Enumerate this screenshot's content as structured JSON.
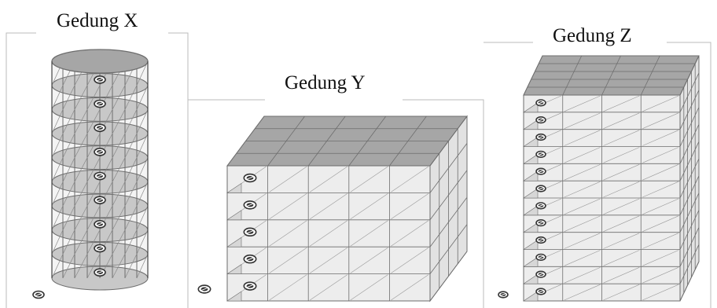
{
  "buildings": [
    {
      "id": "x",
      "title": "Gedung X",
      "shape": "cylinder",
      "floors": 9
    },
    {
      "id": "y",
      "title": "Gedung Y",
      "shape": "box-wide",
      "floors": 5
    },
    {
      "id": "z",
      "title": "Gedung Z",
      "shape": "box-tall",
      "floors": 12
    }
  ],
  "colors": {
    "frame": "#bbbbbb",
    "roof": "#a6a6a6",
    "floor_disc": "#c8c8c8",
    "face": "#ededed",
    "side": "#e2e2e2",
    "grid": "#6d6d6d",
    "device": "#333333"
  },
  "icons": {
    "device": "ceiling-device-icon"
  }
}
